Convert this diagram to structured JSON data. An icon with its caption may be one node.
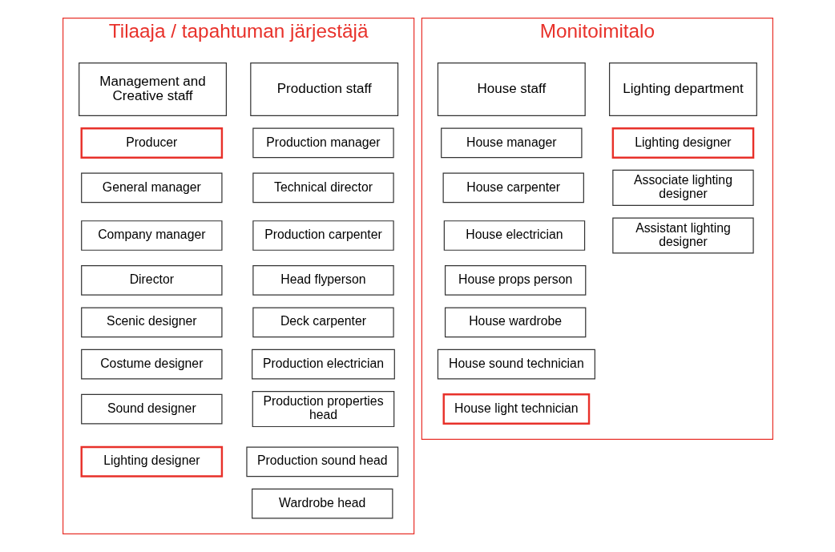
{
  "diagram": {
    "nodes": [
      {
        "text": [
          "Tilaaja / tapahtuman järjestäjä"
        ]
      },
      {
        "text": [
          "Management and Creative staff"
        ],
        "in": 0
      },
      {
        "text": [
          "Producer"
        ],
        "in": 0
      },
      {
        "text": [
          "General manager"
        ],
        "in": 0
      },
      {
        "text": [
          "Company manager"
        ],
        "in": 0
      },
      {
        "text": [
          "Director"
        ],
        "in": 0
      },
      {
        "text": [
          "Scenic designer"
        ],
        "in": 0
      },
      {
        "text": [
          "Costume designer"
        ],
        "in": 0
      },
      {
        "text": [
          "Sound designer"
        ],
        "in": 0
      },
      {
        "text": [
          "Lighting designer"
        ],
        "in": 0
      },
      {
        "text": [
          "Production staff"
        ],
        "in": 0
      },
      {
        "text": [
          "Production manager"
        ],
        "in": 0
      },
      {
        "text": [
          "Technical director"
        ],
        "in": 0
      },
      {
        "text": [
          "Production carpenter"
        ],
        "in": 0
      },
      {
        "text": [
          "Head flyperson"
        ],
        "in": 0
      },
      {
        "text": [
          "Deck carpenter"
        ],
        "in": 0
      },
      {
        "text": [
          "Production electrician"
        ],
        "in": 0
      },
      {
        "text": [
          "Production properties head"
        ],
        "in": 0
      },
      {
        "text": [
          "Production sound head"
        ],
        "in": 0
      },
      {
        "text": [
          "Wardrobe head"
        ],
        "in": 0
      },
      {
        "text": [
          "Monitoimitalo"
        ]
      },
      {
        "text": [
          "House staff"
        ],
        "in": 20
      },
      {
        "text": [
          "House manager"
        ],
        "in": 20
      },
      {
        "text": [
          "House carpenter"
        ],
        "in": 20
      },
      {
        "text": [
          "House electrician"
        ],
        "in": 20
      },
      {
        "text": [
          "House props person"
        ],
        "in": 20
      },
      {
        "text": [
          "House wardrobe"
        ],
        "in": 20
      },
      {
        "text": [
          "House sound technician"
        ],
        "in": 20
      },
      {
        "text": [
          "House light technician"
        ],
        "in": 20
      },
      {
        "text": [
          "Lighting department"
        ],
        "in": 20
      },
      {
        "text": [
          "Lighting designer"
        ],
        "in": 20
      },
      {
        "text": [
          "Associate lighting designer"
        ],
        "in": 20
      },
      {
        "text": [
          "Assistant lighting designer"
        ],
        "in": 20
      }
    ],
    "edges": []
  }
}
